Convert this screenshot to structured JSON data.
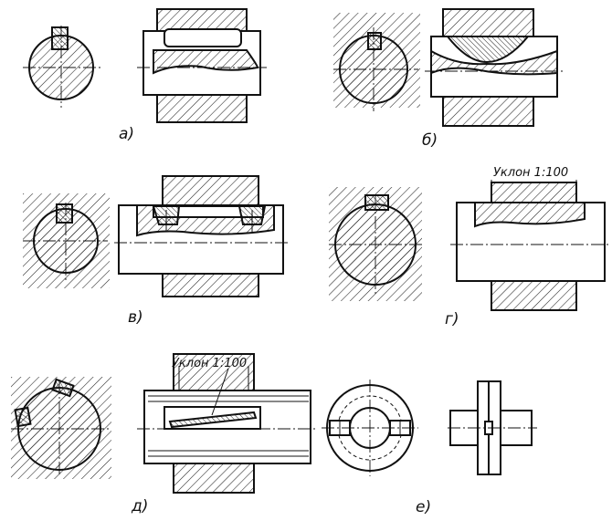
{
  "figure": {
    "labels": {
      "a": "а)",
      "b": "б)",
      "v": "в)",
      "g": "г)",
      "d": "д)",
      "e": "е)"
    },
    "slope_note_g": "Уклон 1:100",
    "slope_note_d": "Уклон 1:100"
  }
}
